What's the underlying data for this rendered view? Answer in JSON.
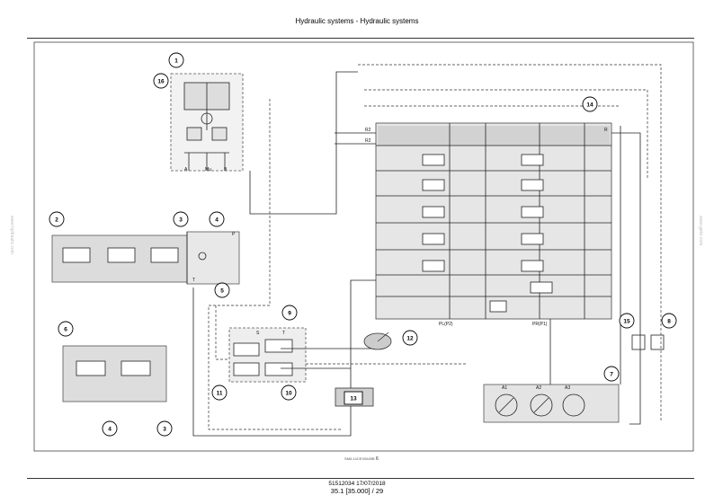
{
  "header": {
    "title": "Hydraulic systems - Hydraulic systems"
  },
  "footer": {
    "doc_ref": "51512034 17/07/2018",
    "page": "35.1 [35.000] / 29"
  },
  "figure": {
    "drawing_code": "SMIL14CEX0645B",
    "figure_number": "6"
  },
  "watermarks": {
    "left": "www.hydraulic.com",
    "right": "www.gekx.com"
  },
  "callouts": [
    "1",
    "16",
    "14",
    "2",
    "3",
    "4",
    "5",
    "6",
    "9",
    "12",
    "11",
    "10",
    "13",
    "4",
    "3",
    "15",
    "8",
    "7"
  ],
  "port_labels": {
    "pump_ports": [
      "A",
      "Mu",
      "B"
    ],
    "main_valve": [
      "R2",
      "R2",
      "R",
      "PL(P2)",
      "PR(P1)"
    ],
    "pump_unit": [
      "A1",
      "A2",
      "A3"
    ],
    "block_left": [
      "T",
      "P"
    ],
    "pilot_block": [
      "S",
      "T"
    ]
  },
  "colors": {
    "line": "#222222",
    "shade": "#d8d8d8",
    "dash": "#333333"
  }
}
